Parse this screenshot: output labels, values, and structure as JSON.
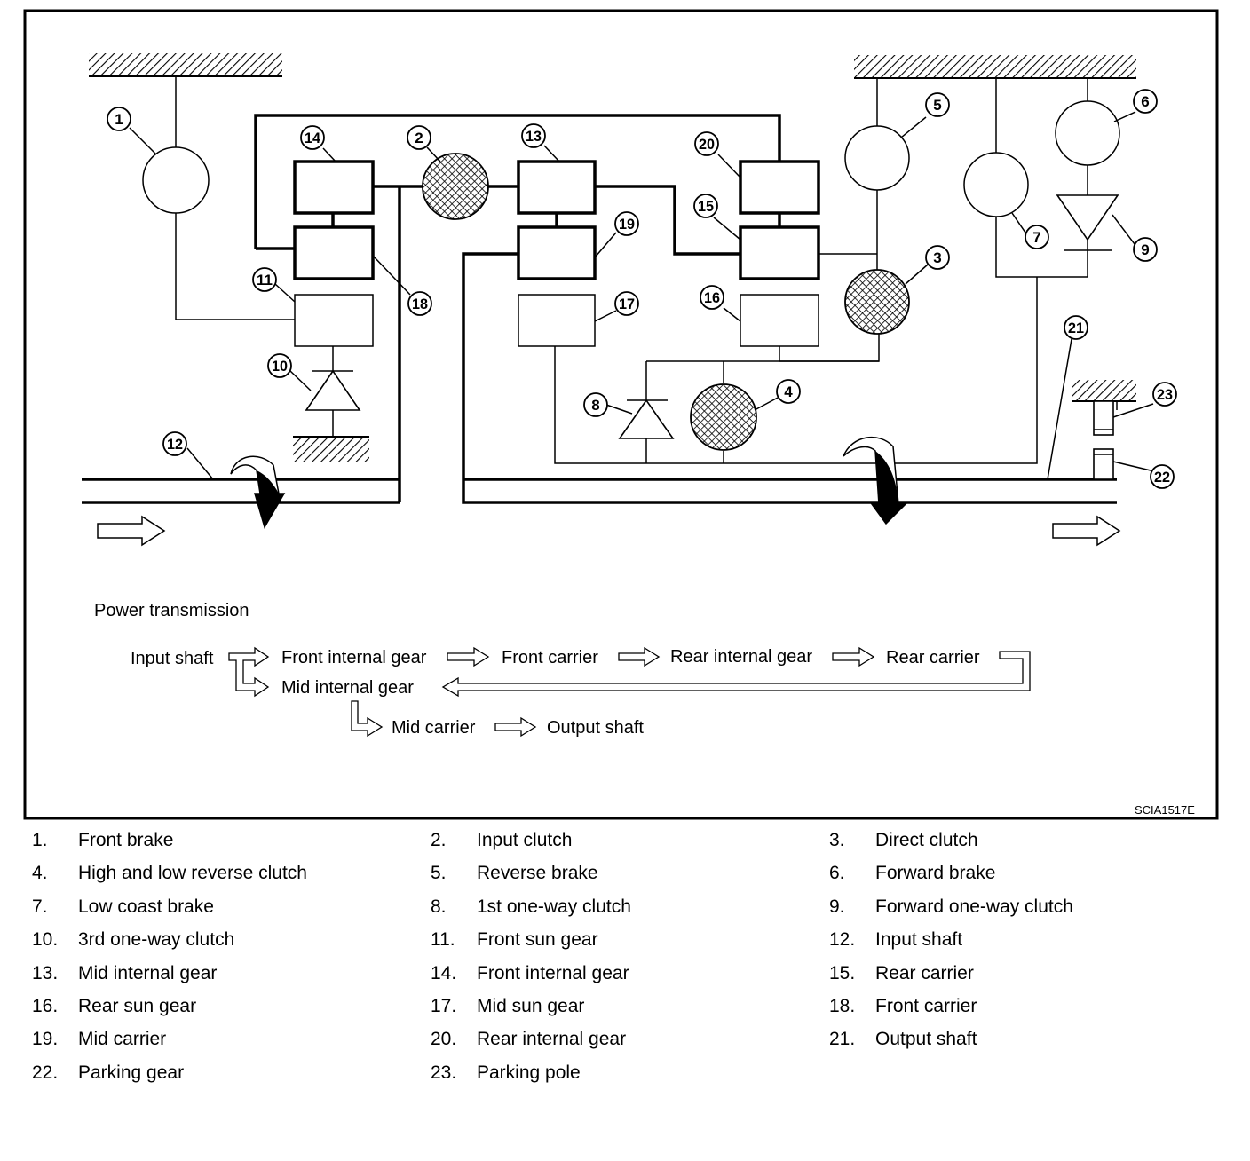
{
  "figure": {
    "id": "SCIA1517E",
    "callouts": [
      "1",
      "2",
      "3",
      "4",
      "5",
      "6",
      "7",
      "8",
      "9",
      "10",
      "11",
      "12",
      "13",
      "14",
      "15",
      "16",
      "17",
      "18",
      "19",
      "20",
      "21",
      "22",
      "23"
    ]
  },
  "flow": {
    "heading": "Power transmission",
    "steps": {
      "input_shaft": "Input shaft",
      "front_internal_gear": "Front internal gear",
      "front_carrier": "Front carrier",
      "rear_internal_gear": "Rear internal gear",
      "rear_carrier": "Rear carrier",
      "mid_internal_gear": "Mid internal gear",
      "mid_carrier": "Mid carrier",
      "output_shaft": "Output shaft"
    }
  },
  "legend": [
    {
      "num": "1.",
      "name": "Front brake"
    },
    {
      "num": "2.",
      "name": "Input clutch"
    },
    {
      "num": "3.",
      "name": "Direct clutch"
    },
    {
      "num": "4.",
      "name": "High and low reverse clutch"
    },
    {
      "num": "5.",
      "name": "Reverse brake"
    },
    {
      "num": "6.",
      "name": "Forward brake"
    },
    {
      "num": "7.",
      "name": "Low coast brake"
    },
    {
      "num": "8.",
      "name": "1st one-way clutch"
    },
    {
      "num": "9.",
      "name": "Forward one-way clutch"
    },
    {
      "num": "10.",
      "name": "3rd one-way clutch"
    },
    {
      "num": "11.",
      "name": "Front sun gear"
    },
    {
      "num": "12.",
      "name": "Input shaft"
    },
    {
      "num": "13.",
      "name": "Mid internal gear"
    },
    {
      "num": "14.",
      "name": "Front internal gear"
    },
    {
      "num": "15.",
      "name": "Rear carrier"
    },
    {
      "num": "16.",
      "name": "Rear sun gear"
    },
    {
      "num": "17.",
      "name": "Mid sun gear"
    },
    {
      "num": "18.",
      "name": "Front carrier"
    },
    {
      "num": "19.",
      "name": "Mid carrier"
    },
    {
      "num": "20.",
      "name": "Rear internal gear"
    },
    {
      "num": "21.",
      "name": "Output shaft"
    },
    {
      "num": "22.",
      "name": "Parking gear"
    },
    {
      "num": "23.",
      "name": "Parking pole"
    }
  ]
}
